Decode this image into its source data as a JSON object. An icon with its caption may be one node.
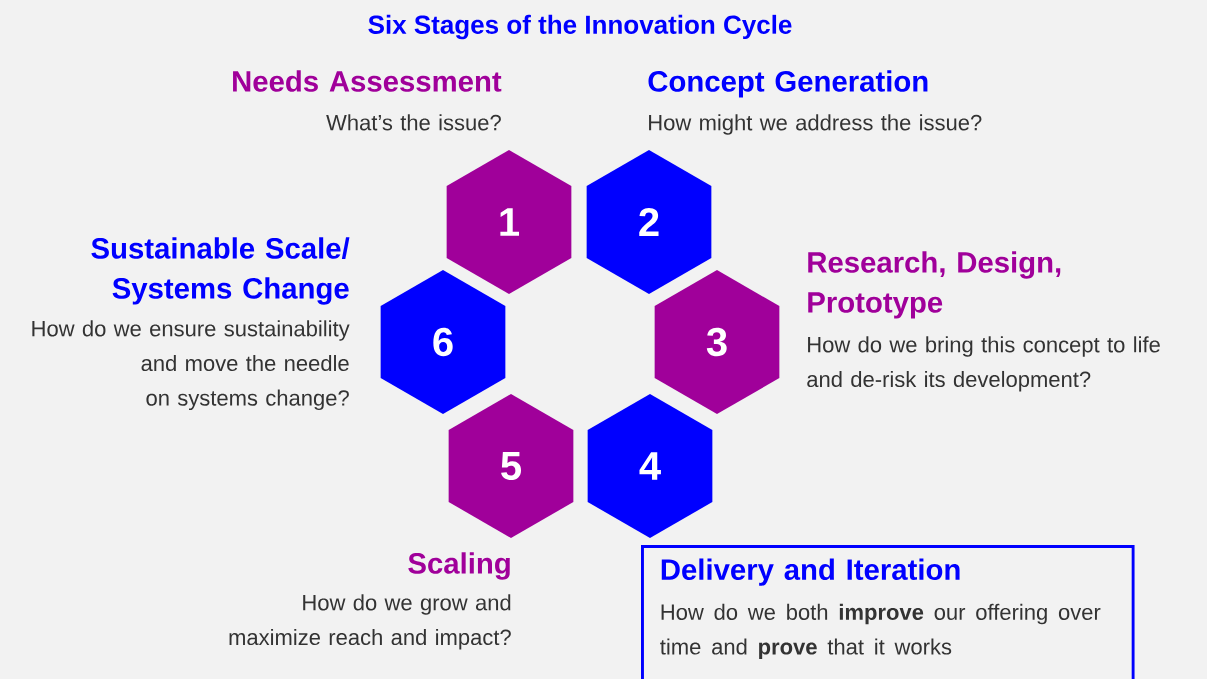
{
  "diagram": {
    "title": "Six Stages of the Innovation Cycle",
    "nodes": [
      {
        "text": [
          "1"
        ],
        "beside": [
          "Needs Assessment",
          "What’s the issue?"
        ]
      },
      {
        "text": [
          "2"
        ],
        "beside": [
          "Concept Generation",
          "How might we address the issue?"
        ]
      },
      {
        "text": [
          "3"
        ],
        "beside": [
          "Research, Design, Prototype",
          "How do we bring this concept to life and de-risk its development?"
        ]
      },
      {
        "text": [
          "4"
        ]
      },
      {
        "text": [
          "5"
        ],
        "beside": [
          "Scaling",
          "How do we grow and maximize reach and impact?"
        ]
      },
      {
        "text": [
          "6"
        ],
        "beside": [
          "Sustainable Scale/ Systems Change",
          "How do we ensure sustainability and move the needle on systems change?"
        ]
      },
      {
        "text": [
          "Delivery and Iteration",
          "How do we both **improve** our offering over time and **prove** that it works"
        ]
      }
    ]
  }
}
